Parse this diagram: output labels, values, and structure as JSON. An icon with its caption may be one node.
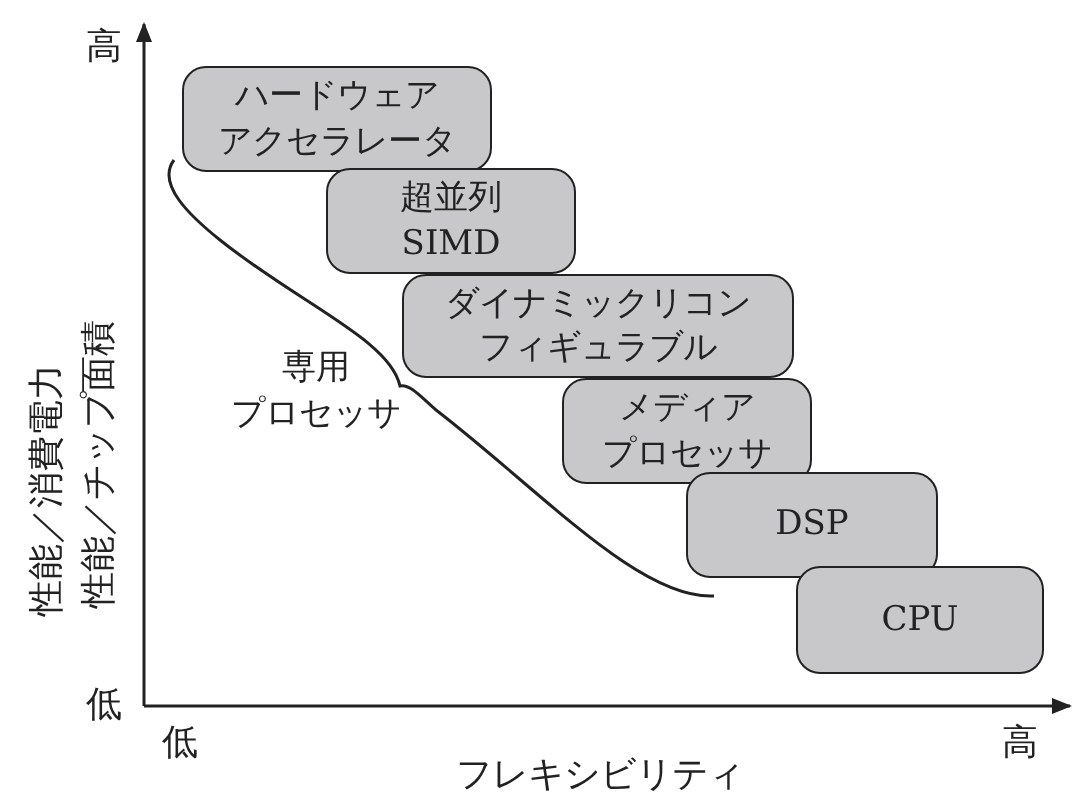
{
  "diagram": {
    "nodes": [
      {
        "text": [
          "ハードウェアアクセラレータ"
        ]
      },
      {
        "text": [
          "超並列 SIMD"
        ]
      },
      {
        "text": [
          "ダイナミックリコンフィギュラブル"
        ]
      },
      {
        "text": [
          "メディアプロセッサ"
        ]
      },
      {
        "text": [
          "DSP"
        ]
      },
      {
        "text": [
          "CPU"
        ]
      }
    ],
    "edges": [],
    "labels": [
      "高",
      "性能／消費電力",
      "性能／チップ面積",
      "専用プロセッサ",
      "低",
      "低",
      "高",
      "フレキシビリティ"
    ]
  }
}
